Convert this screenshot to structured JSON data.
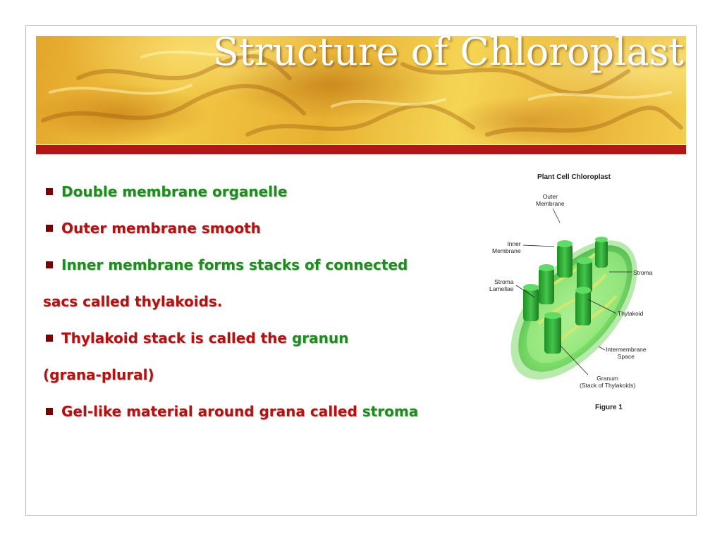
{
  "slide": {
    "title": "Structure of Chloroplast",
    "bullets": [
      {
        "segments": [
          {
            "text": "Double membrane organelle",
            "color": "green"
          }
        ]
      },
      {
        "segments": [
          {
            "text": "Outer membrane smooth",
            "color": "red"
          }
        ]
      },
      {
        "segments": [
          {
            "text": "Inner membrane forms stacks of connected",
            "color": "green"
          }
        ]
      },
      {
        "continuation": "sacs called thylakoids."
      },
      {
        "segments": [
          {
            "text": "Thylakoid stack is called the ",
            "color": "red"
          },
          {
            "text": "granun",
            "color": "green"
          }
        ]
      },
      {
        "continuation": "(grana-plural)"
      },
      {
        "segments": [
          {
            "text": "Gel-like material around grana called ",
            "color": "red"
          },
          {
            "text": "stroma",
            "color": "green"
          }
        ]
      }
    ]
  },
  "diagram": {
    "title": "Plant Cell Chloroplast",
    "labels": {
      "outer_membrane": "Outer\nMembrane",
      "inner_membrane": "Inner\nMembrane",
      "stroma": "Stroma",
      "stroma_lamellae": "Stroma\nLamellae",
      "thylakoid": "Thylakoid",
      "intermembrane_space": "Intermembrane\nSpace",
      "granum": "Granum\n(Stack of Thylakoids)"
    },
    "figure_caption": "Figure 1"
  },
  "colors": {
    "green_text": "#1f8c1f",
    "red_text": "#b01313",
    "bullet": "#7a0000",
    "accent_bar": "#b01717",
    "title_text": "#ffffff"
  }
}
